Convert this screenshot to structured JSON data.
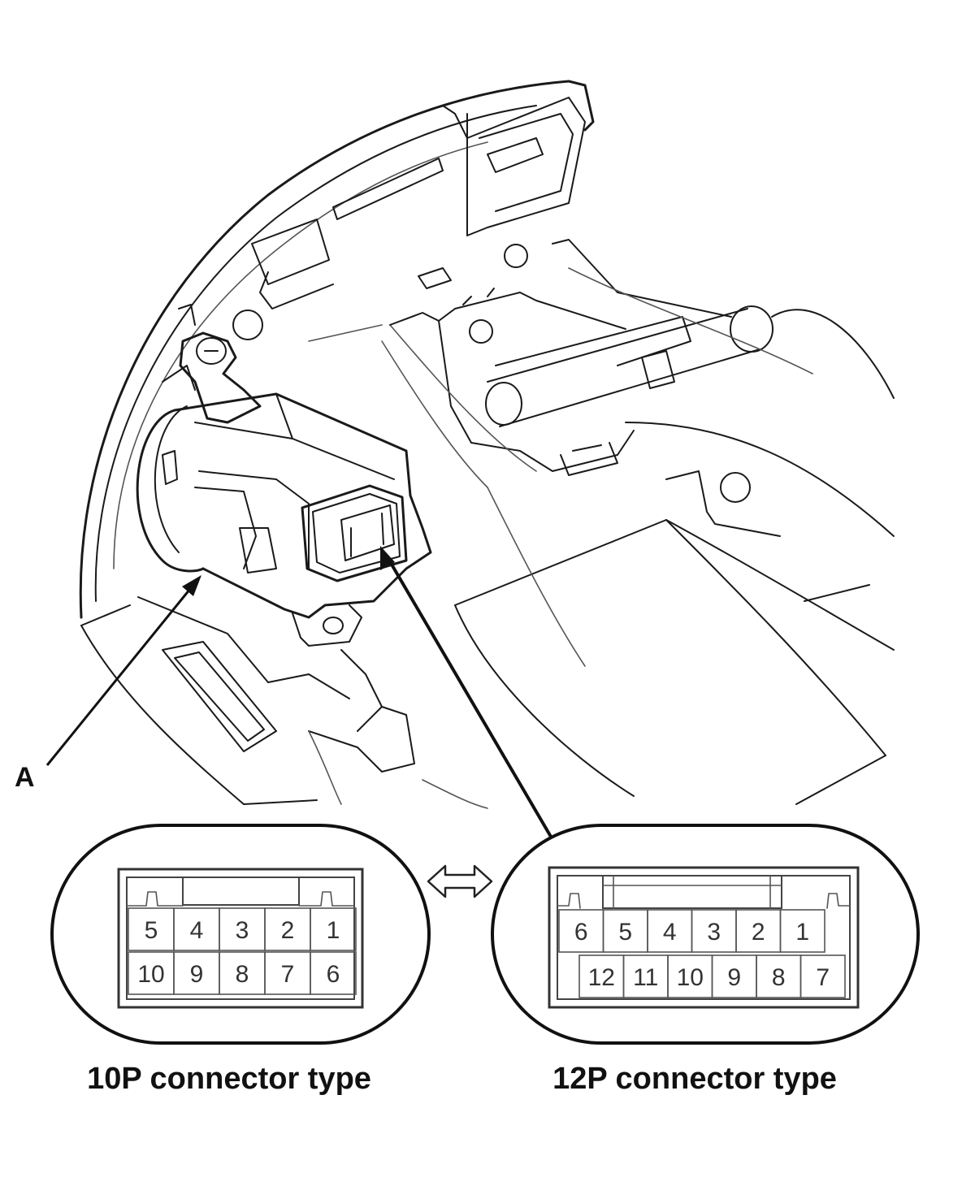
{
  "callout": {
    "label": "A"
  },
  "connectors": [
    {
      "caption": "10P connector type",
      "top_row": [
        "5",
        "4",
        "3",
        "2",
        "1"
      ],
      "bottom_row": [
        "10",
        "9",
        "8",
        "7",
        "6"
      ]
    },
    {
      "caption": "12P connector type",
      "top_row": [
        "6",
        "5",
        "4",
        "3",
        "2",
        "1"
      ],
      "bottom_row": [
        "12",
        "11",
        "10",
        "9",
        "8",
        "7"
      ]
    }
  ]
}
